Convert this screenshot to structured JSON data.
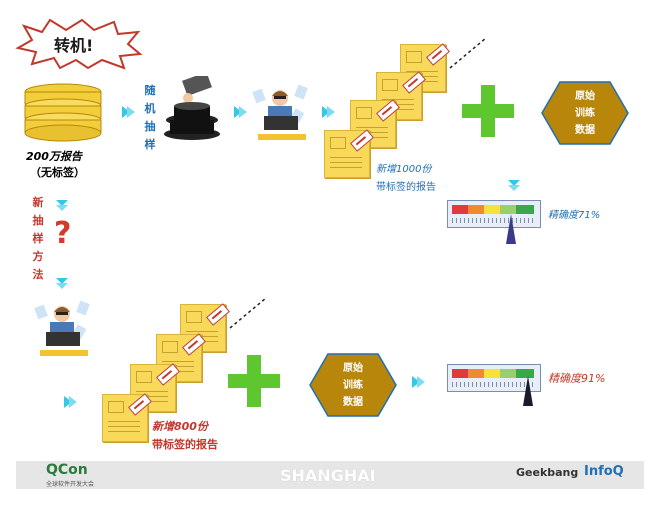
{
  "title_burst": "转机!",
  "database_caption_line1": "200万报告",
  "database_caption_line2": "（无标签）",
  "random_sampling": [
    "随",
    "机",
    "抽",
    "样"
  ],
  "new_sampling_method": [
    "新",
    "抽",
    "样",
    "方",
    "法"
  ],
  "row1": {
    "added_line1": "新增1000份",
    "added_line2": "带标签的报告",
    "training_data": [
      "原始",
      "训练",
      "数据"
    ],
    "accuracy": "精确度71%",
    "accuracy_value": 71
  },
  "row2": {
    "added_line1": "新增800份",
    "added_line2": "带标签的报告",
    "training_data": [
      "原始",
      "训练",
      "数据"
    ],
    "accuracy": "精确度91%",
    "accuracy_value": 91
  },
  "footer": {
    "left_logo": "QCon",
    "left_sub": "全球软件开发大会",
    "center": "SHANGHAI",
    "right_logo1": "Geekbang",
    "right_logo2": "InfoQ"
  },
  "colors": {
    "accent_blue": "#1f6fb5",
    "accent_red": "#c0392b",
    "doc_yellow": "#f8d95a",
    "plus_green": "#5ec62e",
    "hex_gold": "#b8860b"
  }
}
